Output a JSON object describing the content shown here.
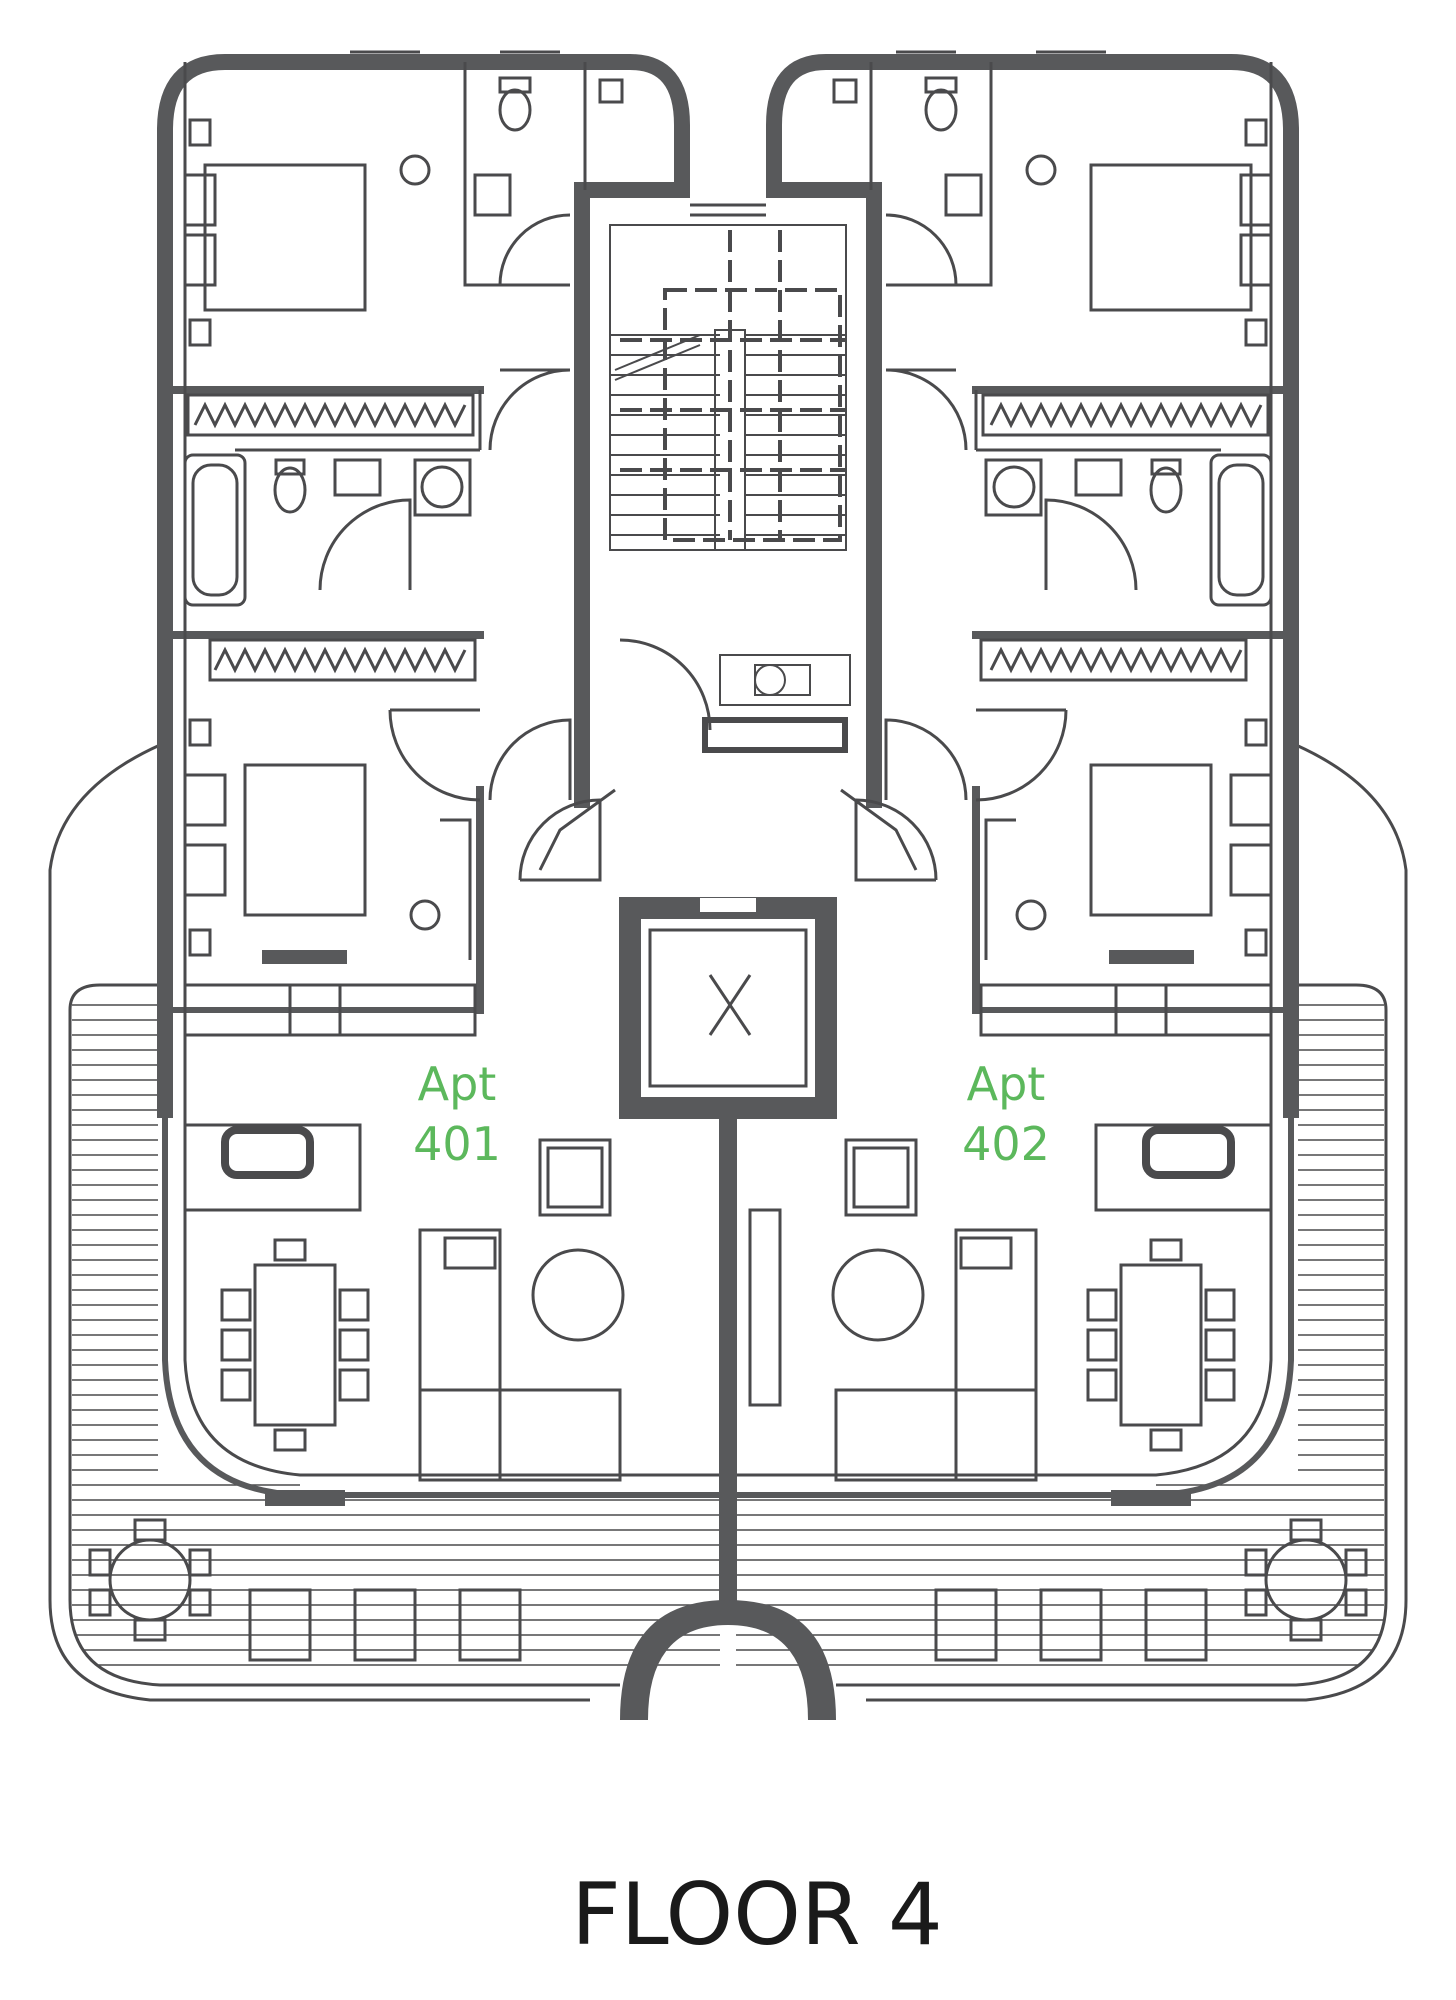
{
  "title": "FLOOR 4",
  "apartments": [
    {
      "line1": "Apt",
      "line2": "401"
    },
    {
      "line1": "Apt",
      "line2": "402"
    }
  ],
  "colors": {
    "wall": "#58595b",
    "line": "#4a4a4c",
    "label": "#5cb85c",
    "title": "#1a1a1a"
  }
}
